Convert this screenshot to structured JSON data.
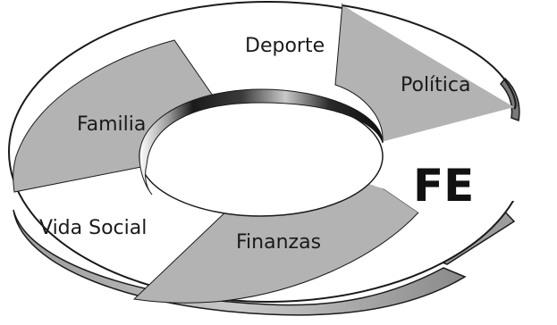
{
  "diagram": {
    "segments": [
      {
        "id": "deporte",
        "label": "Deporte",
        "shade": "#ffffff"
      },
      {
        "id": "politica",
        "label": "Política",
        "shade": "#b3b3b3"
      },
      {
        "id": "finanzas",
        "label": "Finanzas",
        "shade": "#b3b3b3"
      },
      {
        "id": "vida-social",
        "label": "Vida Social",
        "shade": "#ffffff"
      },
      {
        "id": "familia",
        "label": "Familia",
        "shade": "#b3b3b3"
      }
    ],
    "center_label": "FE",
    "colors": {
      "outline": "#1a1a1a",
      "edge_dark": "#7a7a7a",
      "edge_light": "#c4c4c4",
      "gray_segment": "#b3b3b3",
      "white_segment": "#ffffff"
    }
  }
}
